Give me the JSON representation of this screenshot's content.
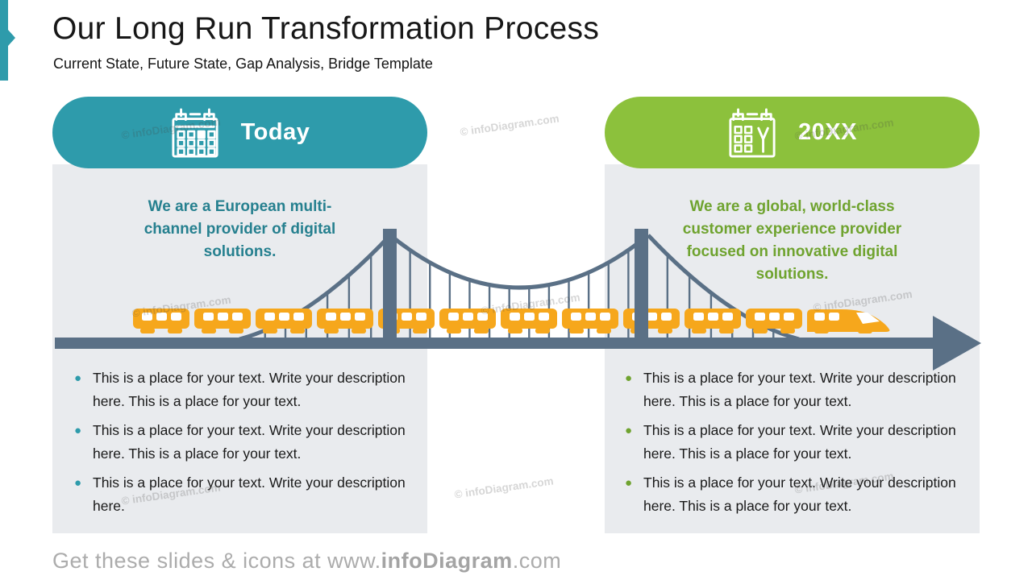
{
  "slide": {
    "title": "Our Long Run Transformation Process",
    "subtitle": "Current State, Future State, Gap Analysis, Bridge Template",
    "footer": {
      "prefix": "Get these slides & icons at www.",
      "brand": "infoDiagram",
      "suffix": ".com"
    },
    "watermark_text": "© infoDiagram.com"
  },
  "colors": {
    "teal": "#2E9BAB",
    "green": "#8CC13C",
    "teal_text": "#26808F",
    "green_text": "#6FA32F",
    "panel_bg": "#E9EBEE",
    "bridge_slate": "#5A7086",
    "train_orange": "#F6A71C"
  },
  "panels": {
    "left": {
      "header": "Today",
      "icon": "calendar-day-icon",
      "summary": "We are a European multi-channel provider of digital solutions.",
      "bullets": [
        "This is a place for your text. Write your description here. This is a place for your text.",
        "This is a place for your text. Write your description here. This is a place for your text.",
        "This is a place for your text. Write your description here."
      ]
    },
    "right": {
      "header": "20XX",
      "icon": "calendar-year-icon",
      "summary": "We are a global, world-class customer experience provider focused on innovative digital solutions.",
      "bullets": [
        "This is a place for your text. Write your description here. This is a place for your text.",
        "This is a place for your text. Write your description here. This is a place for your text.",
        "This is a place for your text. Write your description here. This is a place for your text."
      ]
    }
  }
}
